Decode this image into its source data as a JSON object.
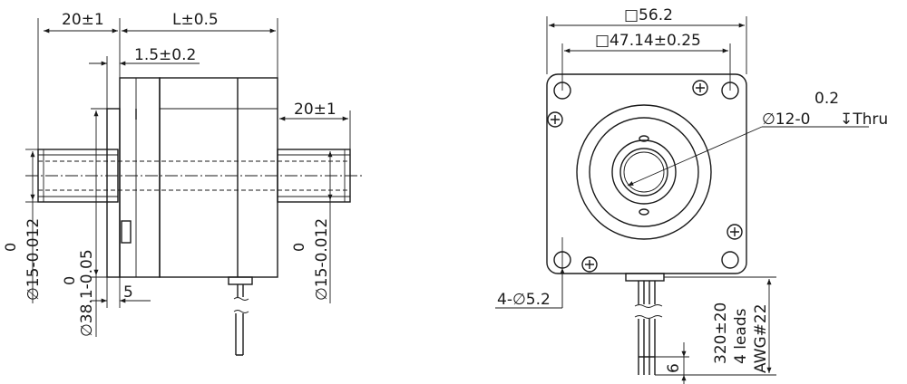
{
  "side_view": {
    "dim_shaft_left": "20±1",
    "dim_body_length": "L±0.5",
    "dim_flange": "1.5±0.2",
    "dim_shaft_right": "20±1",
    "dim_shaft_dia_left_tol": "0",
    "dim_shaft_dia_left": "∅15-0.012",
    "dim_pilot_tol": "0",
    "dim_pilot": "∅38.1-0.05",
    "dim_pilot_depth": "5",
    "dim_shaft_dia_right_tol": "0",
    "dim_shaft_dia_right": "∅15-0.012"
  },
  "front_view": {
    "dim_square": "□56.2",
    "dim_hole_pitch": "□47.14±0.25",
    "dim_bore_tol": "0.2",
    "dim_bore": "∅12-0",
    "dim_bore_depth": "↧Thru",
    "dim_holes": "4-∅5.2",
    "dim_lead_length": "320±20",
    "dim_leads": "4 leads",
    "dim_awg": "AWG#22",
    "dim_strip": "6"
  }
}
